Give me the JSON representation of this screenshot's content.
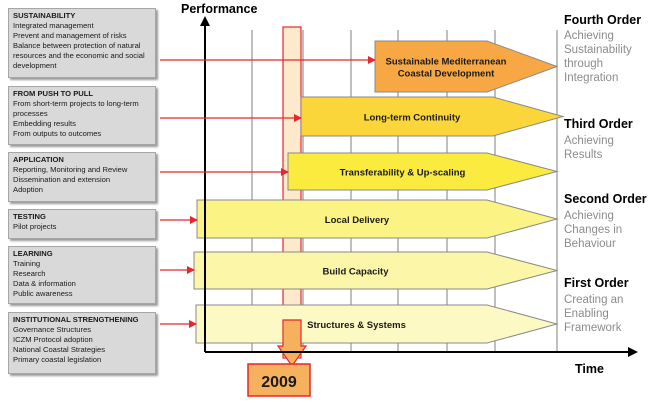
{
  "axis": {
    "y_label": "Performance",
    "x_label": "Time"
  },
  "year_marker": {
    "label": "2009"
  },
  "panels": [
    {
      "title": "SUSTAINABILITY",
      "items": [
        "Integrated management",
        "Prevent and management of risks",
        "Balance between protection  of natural",
        "resources and the economic and social",
        "development"
      ]
    },
    {
      "title": "FROM PUSH TO PULL",
      "items": [
        "From short-term  projects to long-term",
        "processes",
        "Embedding results",
        "From outputs to outcomes"
      ]
    },
    {
      "title": "APPLICATION",
      "items": [
        "Reporting, Monitoring  and Review",
        "Dissemination and extension",
        "Adoption"
      ]
    },
    {
      "title": "TESTING",
      "items": [
        "Pilot projects"
      ]
    },
    {
      "title": "LEARNING",
      "items": [
        "Training",
        "Research",
        "Data & information",
        "Public awareness"
      ]
    },
    {
      "title": "INSTITUTIONAL STRENGTHENING",
      "items": [
        "Governance Structures",
        "ICZM Protocol  adoption",
        "National Coastal Strategies",
        "Primary coastal legislation"
      ]
    }
  ],
  "arrows": [
    {
      "lines": [
        "Sustainable Mediterranean",
        "Coastal Development"
      ],
      "fill": "#f7a845"
    },
    {
      "lines": [
        "Long-term Continuity"
      ],
      "fill": "#fbd63a"
    },
    {
      "lines": [
        "Transferability & Up-scaling"
      ],
      "fill": "#fbeb3e"
    },
    {
      "lines": [
        "Local Delivery"
      ],
      "fill": "#fbf485"
    },
    {
      "lines": [
        "Build Capacity"
      ],
      "fill": "#fcf7a8"
    },
    {
      "lines": [
        "Structures & Systems"
      ],
      "fill": "#fdf9c4"
    }
  ],
  "orders": [
    {
      "title": "Fourth Order",
      "sub": [
        "Achieving",
        "Sustainability",
        "through",
        "Integration"
      ]
    },
    {
      "title": "Third Order",
      "sub": [
        "Achieving",
        "Results"
      ]
    },
    {
      "title": "Second Order",
      "sub": [
        "Achieving",
        "Changes in",
        "Behaviour"
      ]
    },
    {
      "title": "First Order",
      "sub": [
        "Creating an",
        "Enabling",
        "Framework"
      ]
    }
  ],
  "colors": {
    "connector": "#e8262c",
    "marker_fill": "#f6b15e",
    "marker_band": "#fcd9a4",
    "marker_border": "#e8262c",
    "grid": "#7f7f7f"
  }
}
